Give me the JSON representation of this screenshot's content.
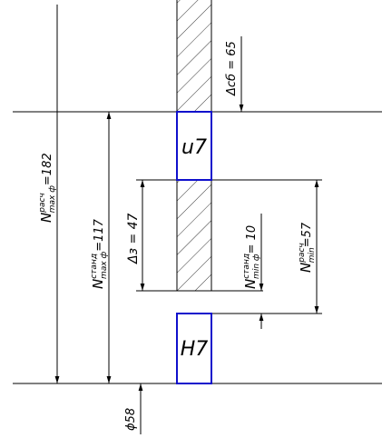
{
  "fits": {
    "shaft": "u7",
    "hole": "H7"
  },
  "dimensions": {
    "delta_sb": "Δсб = 65",
    "delta_z": "Δз = 47",
    "n_max_calc": {
      "sym": "N",
      "sup": "расч",
      "sub": "max ф",
      "val": "=182"
    },
    "n_max_std": {
      "sym": "N",
      "sup": "станд",
      "sub": "max ф",
      "val": "=117"
    },
    "n_min_std": {
      "sym": "N",
      "sup": "станд",
      "sub": "min ф",
      "val": "= 10"
    },
    "n_min_calc": {
      "sym": "N",
      "sup": "расч",
      "sub": "min",
      "val": "=57"
    },
    "diameter": "ϕ58"
  }
}
